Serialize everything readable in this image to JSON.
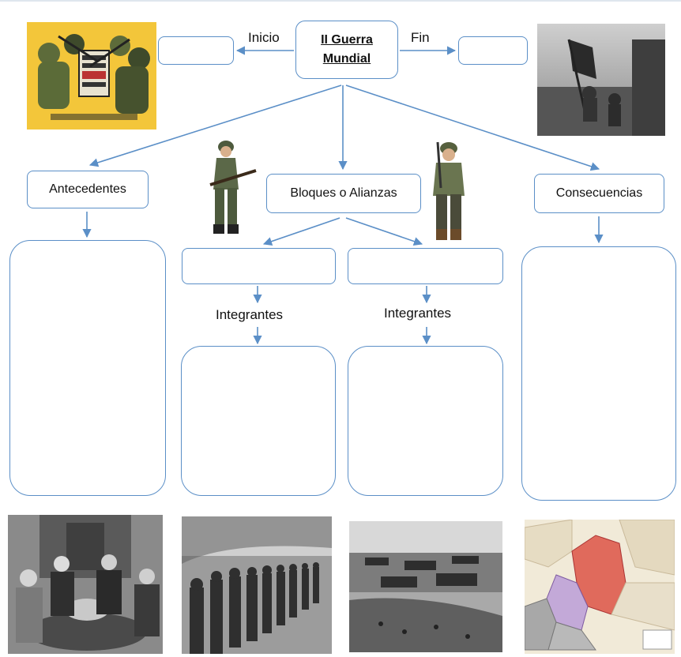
{
  "title": {
    "line1": "II Guerra",
    "line2": "Mundial"
  },
  "labels": {
    "inicio": "Inicio",
    "fin": "Fin",
    "antecedentes": "Antecedentes",
    "bloques": "Bloques o Alianzas",
    "consecuencias": "Consecuencias",
    "integrantes_left": "Integrantes",
    "integrantes_right": "Integrantes"
  },
  "colors": {
    "line": "#5b8fc7",
    "poster_bg": "#f3c63a"
  },
  "images": [
    {
      "name": "propaganda-poster"
    },
    {
      "name": "reichstag-flag-photo"
    },
    {
      "name": "german-soldier-figure"
    },
    {
      "name": "american-soldier-figure"
    },
    {
      "name": "munich-conference-photo"
    },
    {
      "name": "marching-troops-photo"
    },
    {
      "name": "normandy-landing-photo"
    },
    {
      "name": "germany-partition-map"
    }
  ]
}
